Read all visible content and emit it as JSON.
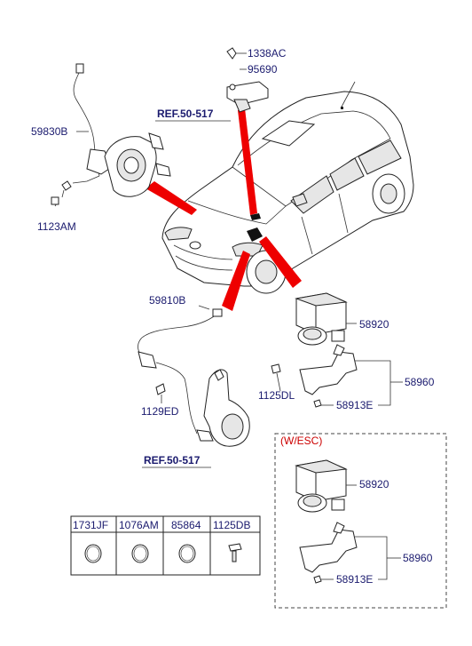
{
  "labels": {
    "p1338ac": "1338AC",
    "p95690": "95690",
    "ref_top": "REF.50-517",
    "p59830b": "59830B",
    "p1123am": "1123AM",
    "p59810b": "59810B",
    "p1129ed": "1129ED",
    "ref_bottom": "REF.50-517",
    "p58920": "58920",
    "p1125dl": "1125DL",
    "p58960": "58960",
    "p58913e": "58913E",
    "esc_title": "(W/ESC)",
    "esc_58920": "58920",
    "esc_58960": "58960",
    "esc_58913e": "58913E"
  },
  "parts_table": {
    "headers": [
      "1731JF",
      "1076AM",
      "85864",
      "1125DB"
    ],
    "icons": [
      "o-ring-icon",
      "o-ring-icon",
      "o-ring-icon",
      "bolt-icon"
    ]
  },
  "colors": {
    "label_text": "#1a1a6e",
    "callout_arrow": "#ee0000",
    "line_art": "#222222"
  }
}
